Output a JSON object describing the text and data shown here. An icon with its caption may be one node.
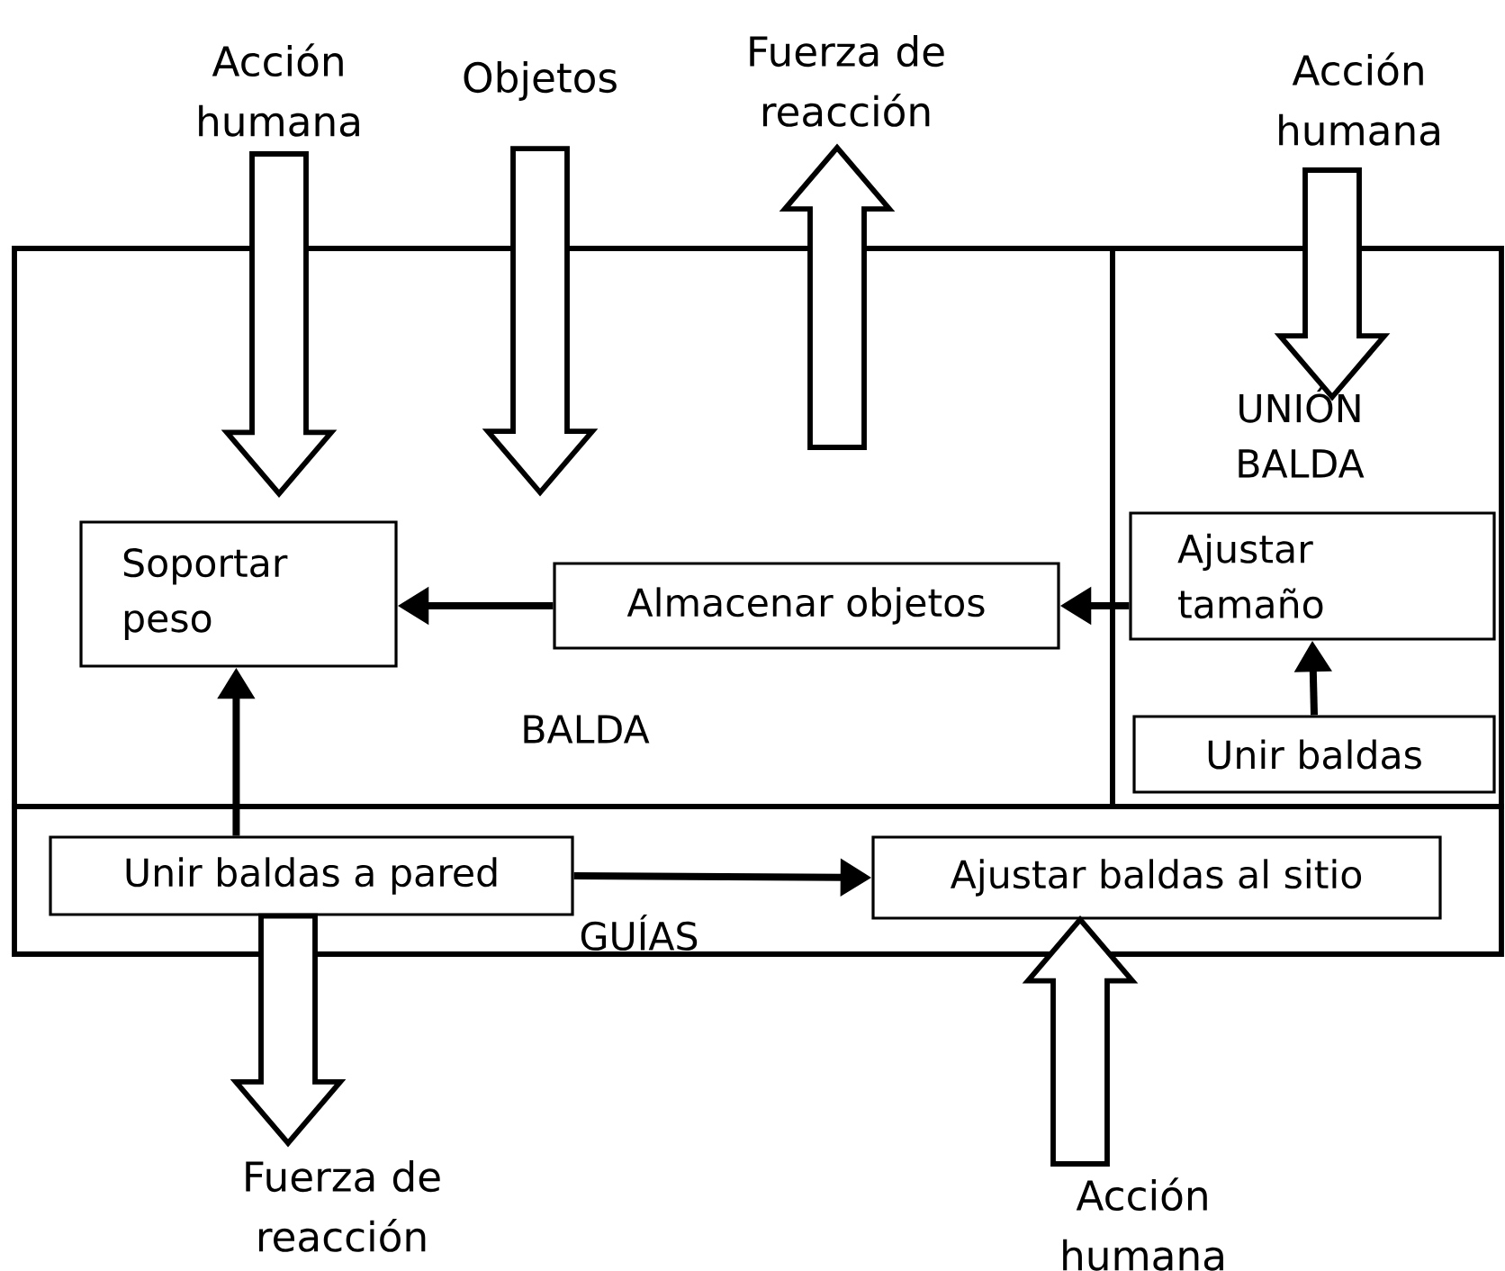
{
  "diagram": {
    "nodes": [
      {
        "text": [
          "BALDA"
        ]
      },
      {
        "text": [
          "Soportar peso"
        ],
        "in": 0
      },
      {
        "text": [
          "Almacenar objetos"
        ],
        "in": 0
      },
      {
        "text": [
          "UNIÓN BALDA"
        ]
      },
      {
        "text": [
          "Ajustar tamaño"
        ],
        "in": 3
      },
      {
        "text": [
          "Unir baldas"
        ],
        "in": 3
      },
      {
        "text": [
          "GUÍAS"
        ]
      },
      {
        "text": [
          "Unir baldas a pared"
        ],
        "in": 6
      },
      {
        "text": [
          "Ajustar baldas al sitio"
        ],
        "in": 6
      },
      {
        "text": [
          "Acción humana"
        ]
      },
      {
        "text": [
          "Objetos"
        ]
      },
      {
        "text": [
          "Fuerza de reacción"
        ]
      },
      {
        "text": [
          "Acción humana"
        ]
      },
      {
        "text": [
          "Fuerza de reacción"
        ]
      },
      {
        "text": [
          "Acción humana"
        ]
      }
    ],
    "edges": [
      {
        "from": 9,
        "to": 1,
        "arrow": "to",
        "style": "thick"
      },
      {
        "from": 10,
        "to": 0,
        "arrow": "to",
        "style": "thick"
      },
      {
        "from": 0,
        "to": 11,
        "arrow": "to",
        "style": "thick"
      },
      {
        "from": 12,
        "to": 3,
        "arrow": "to",
        "style": "thick"
      },
      {
        "from": 7,
        "to": 13,
        "arrow": "to",
        "style": "thick"
      },
      {
        "from": 14,
        "to": 8,
        "arrow": "to",
        "style": "thick"
      },
      {
        "from": 2,
        "to": 1,
        "arrow": "to"
      },
      {
        "from": 4,
        "to": 2,
        "arrow": "to"
      },
      {
        "from": 5,
        "to": 4,
        "arrow": "to"
      },
      {
        "from": 7,
        "to": 1,
        "arrow": "to"
      },
      {
        "from": 7,
        "to": 8,
        "arrow": "to"
      }
    ]
  }
}
